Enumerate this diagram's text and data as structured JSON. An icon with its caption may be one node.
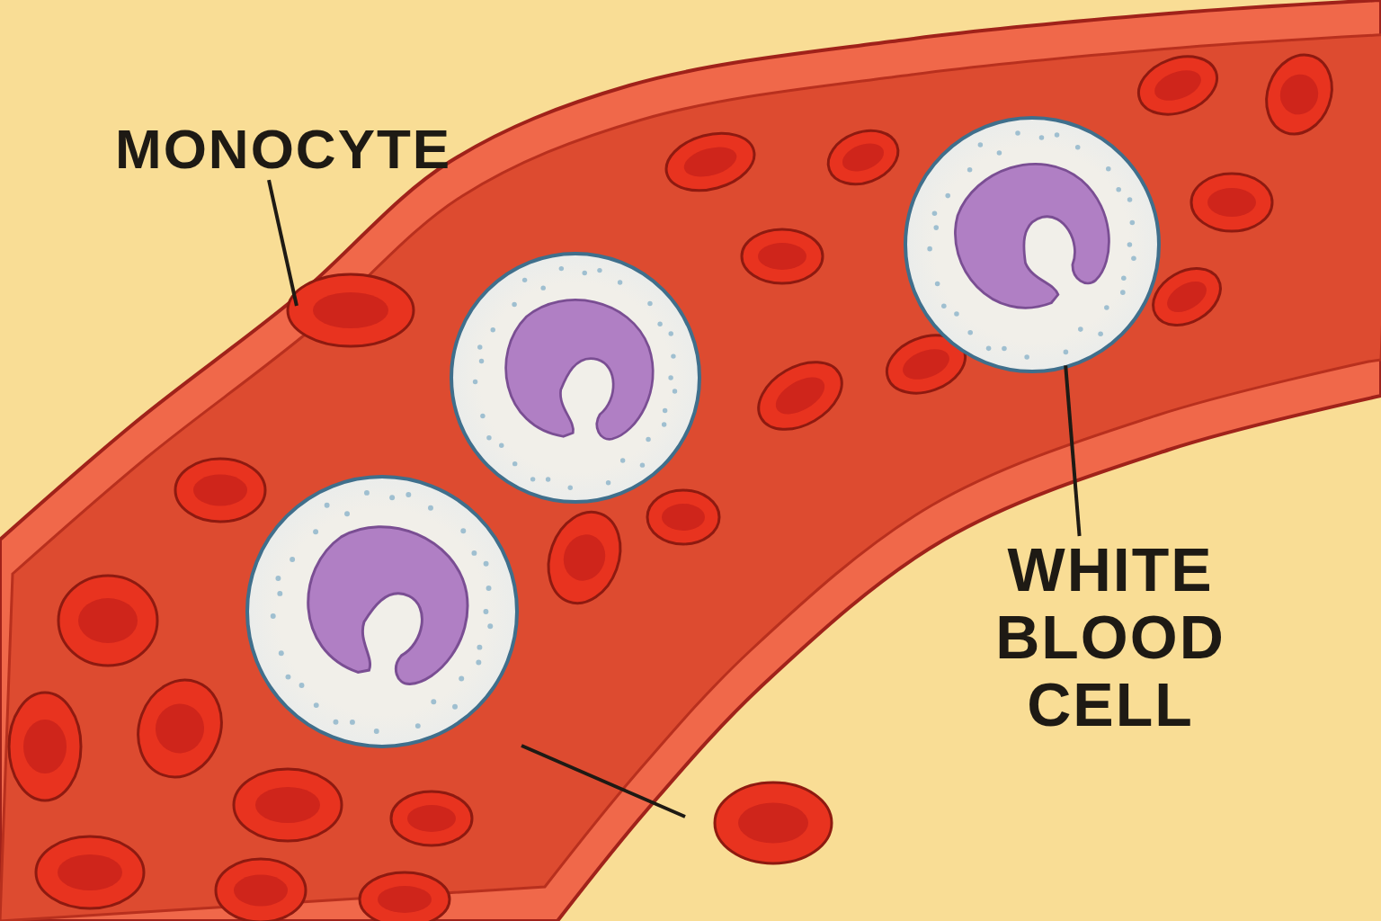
{
  "diagram": {
    "nodes": [
      {
        "text": [
          "MONOCYTE"
        ]
      },
      {
        "text": [],
        "shape": "band"
      },
      {
        "text": [],
        "shape": "circle",
        "in": 1
      },
      {
        "text": [],
        "shape": "circle",
        "in": 1
      },
      {
        "text": [],
        "shape": "circle",
        "in": 1
      },
      {
        "text": [
          "WHITE BLOOD CELL"
        ]
      }
    ],
    "edges": [
      {
        "from": 0,
        "to": 1,
        "arrow": "none"
      },
      {
        "from": 5,
        "to": 3,
        "arrow": "none"
      },
      {
        "from": 4,
        "to": null,
        "arrow": "none"
      }
    ]
  }
}
